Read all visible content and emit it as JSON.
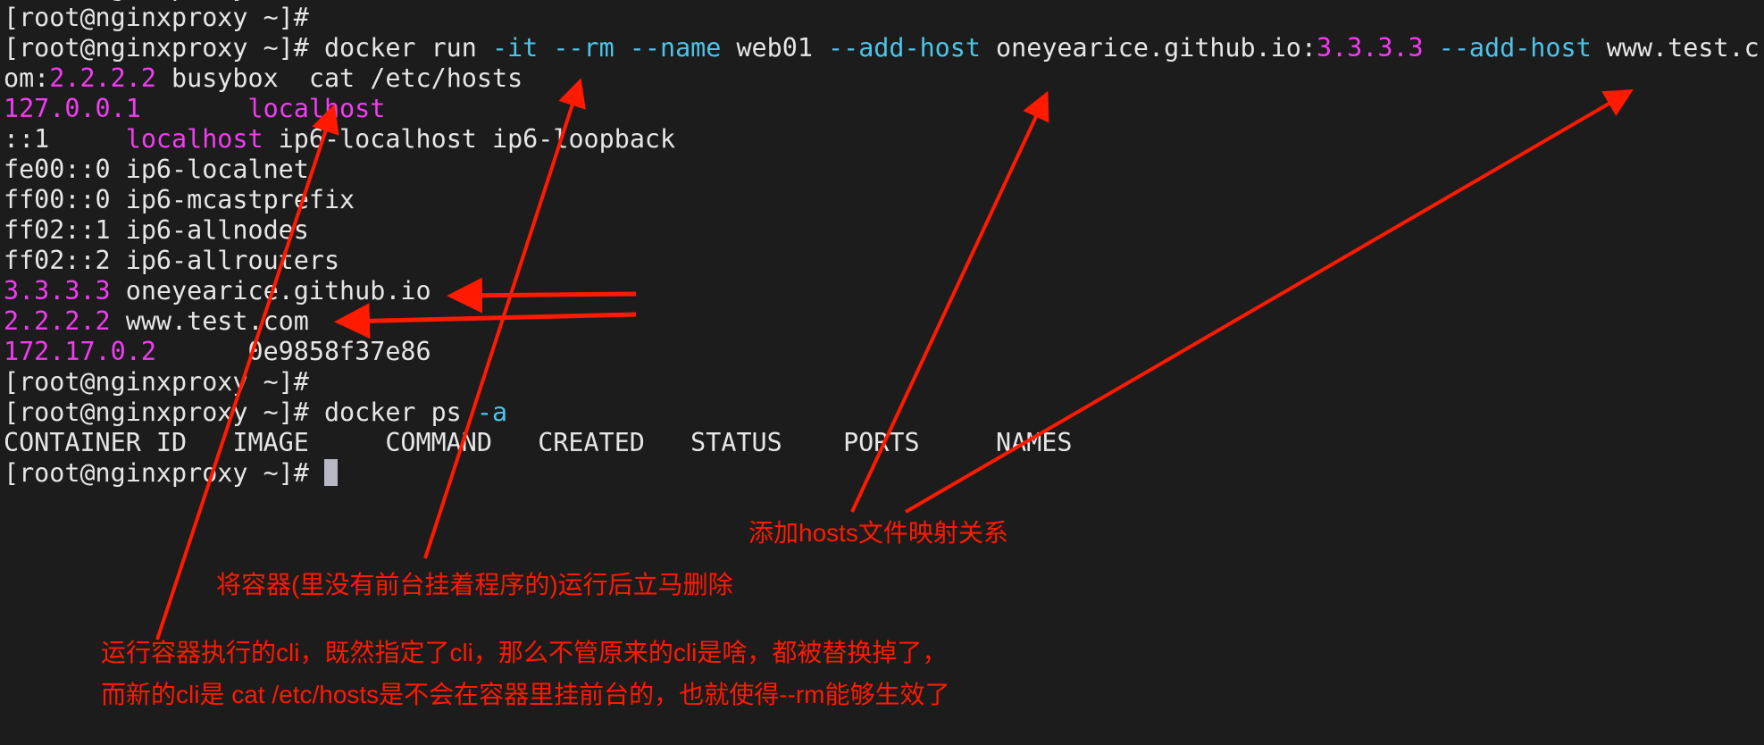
{
  "colors": {
    "background": "#1c1c1c",
    "default": "#e6e6e6",
    "magenta": "#f23cf2",
    "cyan": "#4cc4ea",
    "annotation": "#ff1a00"
  },
  "terminal": {
    "lines": [
      [
        {
          "text": "[root@nginxproxy ~]#",
          "color": "default"
        }
      ],
      [
        {
          "text": "[root@nginxproxy ~]#",
          "color": "default"
        }
      ],
      [
        {
          "text": "[root@nginxproxy ~]# docker run ",
          "color": "default"
        },
        {
          "text": "-it --rm --name",
          "color": "cyan"
        },
        {
          "text": " web01 ",
          "color": "default"
        },
        {
          "text": "--add-host",
          "color": "cyan"
        },
        {
          "text": " oneyearice.github.io:",
          "color": "default"
        },
        {
          "text": "3.3.3.3",
          "color": "magenta"
        },
        {
          "text": " ",
          "color": "default"
        },
        {
          "text": "--add-host",
          "color": "cyan"
        },
        {
          "text": " www.test.c",
          "color": "default"
        }
      ],
      [
        {
          "text": "om:",
          "color": "default"
        },
        {
          "text": "2.2.2.2",
          "color": "magenta"
        },
        {
          "text": " busybox  cat /etc/hosts",
          "color": "default"
        }
      ],
      [
        {
          "text": "127.0.0.1       localhost",
          "color": "magenta"
        }
      ],
      [
        {
          "text": "::1     ",
          "color": "default"
        },
        {
          "text": "localhost",
          "color": "magenta"
        },
        {
          "text": " ip6-localhost ip6-loopback",
          "color": "default"
        }
      ],
      [
        {
          "text": "fe00::0 ip6-localnet",
          "color": "default"
        }
      ],
      [
        {
          "text": "ff00::0 ip6-mcastprefix",
          "color": "default"
        }
      ],
      [
        {
          "text": "ff02::1 ip6-allnodes",
          "color": "default"
        }
      ],
      [
        {
          "text": "ff02::2 ip6-allrouters",
          "color": "default"
        }
      ],
      [
        {
          "text": "3.3.3.3",
          "color": "magenta"
        },
        {
          "text": " oneyearice.github.io",
          "color": "default"
        }
      ],
      [
        {
          "text": "2.2.2.2",
          "color": "magenta"
        },
        {
          "text": " www.test.com",
          "color": "default"
        }
      ],
      [
        {
          "text": "172.17.0.2",
          "color": "magenta"
        },
        {
          "text": "      0e9858f37e86",
          "color": "default"
        }
      ],
      [
        {
          "text": "[root@nginxproxy ~]#",
          "color": "default"
        }
      ],
      [
        {
          "text": "[root@nginxproxy ~]# docker ps ",
          "color": "default"
        },
        {
          "text": "-a",
          "color": "cyan"
        }
      ],
      [
        {
          "text": "CONTAINER ID   IMAGE     COMMAND   CREATED   STATUS    PORTS     NAMES",
          "color": "default"
        }
      ],
      [
        {
          "text": "[root@nginxproxy ~]# ",
          "color": "default"
        }
      ]
    ]
  },
  "annotations": {
    "hosts_mapping": "添加hosts文件映射关系",
    "rm_explain": "将容器(里没有前台挂着程序的)运行后立马删除",
    "cli_line1": "运行容器执行的cli，既然指定了cli，那么不管原来的cli是啥，都被替换掉了，",
    "cli_line2": "而新的cli是 cat /etc/hosts是不会在容器里挂前台的，也就使得--rm能够生效了"
  }
}
